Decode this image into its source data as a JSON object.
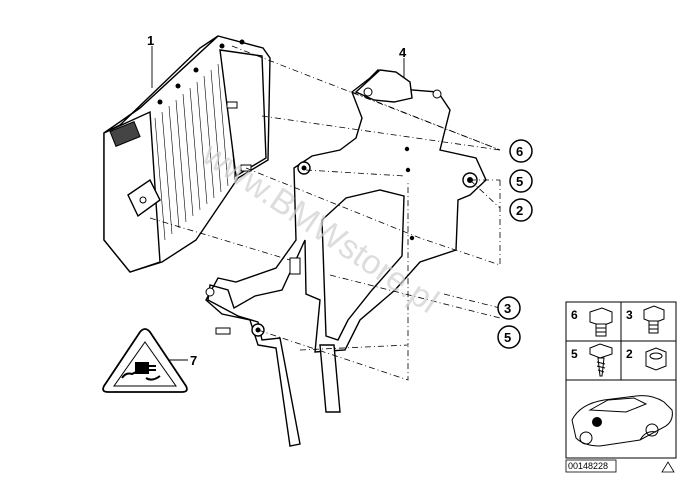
{
  "watermark": "www.BMWstore.pl",
  "callouts": {
    "c1": "1",
    "c2": "2",
    "c3": "3",
    "c4": "4",
    "c5a": "5",
    "c5b": "5",
    "c6": "6",
    "c7": "7"
  },
  "legend": {
    "items": [
      {
        "number": "6",
        "icon": "hex-bolt-icon"
      },
      {
        "number": "3",
        "icon": "hex-bolt-short-icon"
      },
      {
        "number": "5",
        "icon": "self-tapping-screw-icon"
      },
      {
        "number": "2",
        "icon": "hex-nut-icon"
      }
    ]
  },
  "part_number": "00148228",
  "colors": {
    "line": "#000000",
    "watermark": "#cfcfcf",
    "background": "#ffffff"
  }
}
